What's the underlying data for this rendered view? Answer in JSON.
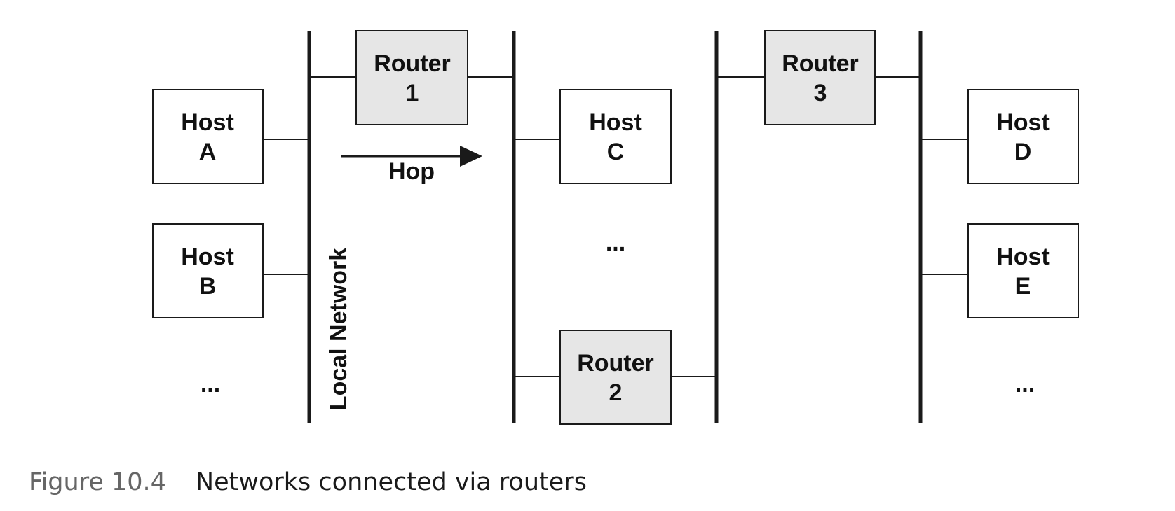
{
  "diagram": {
    "hosts": {
      "a": {
        "line1": "Host",
        "line2": "A"
      },
      "b": {
        "line1": "Host",
        "line2": "B"
      },
      "c": {
        "line1": "Host",
        "line2": "C"
      },
      "d": {
        "line1": "Host",
        "line2": "D"
      },
      "e": {
        "line1": "Host",
        "line2": "E"
      }
    },
    "routers": {
      "r1": {
        "line1": "Router",
        "line2": "1"
      },
      "r2": {
        "line1": "Router",
        "line2": "2"
      },
      "r3": {
        "line1": "Router",
        "line2": "3"
      }
    },
    "ellipsis": "...",
    "hop_label": "Hop",
    "local_network_label": "Local Network",
    "colors": {
      "router_fill": "#e6e6e6",
      "host_fill": "#ffffff",
      "stroke": "#1a1a1a"
    }
  },
  "caption": {
    "number": "Figure 10.4",
    "text": "Networks connected via routers"
  }
}
